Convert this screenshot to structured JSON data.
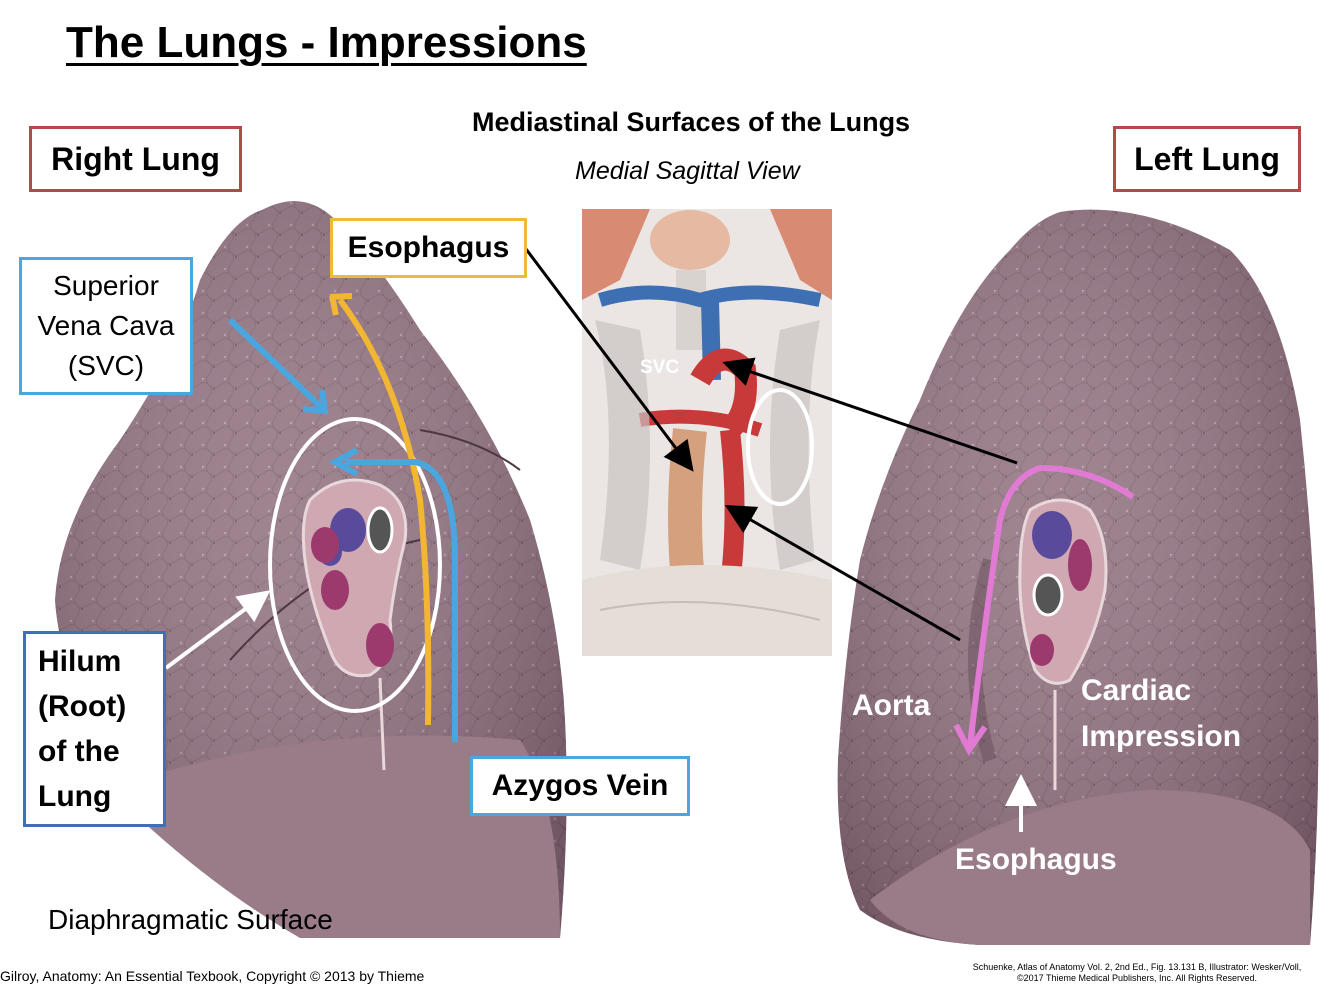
{
  "title": "The Lungs - Impressions",
  "subtitle": "Mediastinal Surfaces of the Lungs",
  "view_label": "Medial Sagittal View",
  "labels": {
    "right_lung": "Right Lung",
    "left_lung": "Left Lung",
    "esophagus_box": "Esophagus",
    "svc_lines": [
      "Superior",
      "Vena Cava",
      "(SVC)"
    ],
    "hilum_lines": [
      "Hilum",
      "(Root)",
      "of the",
      "Lung"
    ],
    "azygos_vein": "Azygos Vein",
    "aorta": "Aorta",
    "cardiac_lines": [
      "Cardiac",
      "Impression"
    ],
    "esophagus_left": "Esophagus",
    "svc_small": "SVC",
    "diaphragmatic_surface": "Diaphragmatic Surface"
  },
  "credits": {
    "left": "Gilroy, Anatomy: An Essential Texbook, Copyright © 2013 by Thieme",
    "right_line1": "Schuenke, Atlas of Anatomy Vol. 2, 2nd Ed., Fig. 13.131 B, Illustrator: Wesker/Voll,",
    "right_line2": "©2017 Thieme Medical Publishers, Inc. All Rights Reserved."
  },
  "colors": {
    "lung_fill": "#8f6f7d",
    "lung_shadow": "#6e5260",
    "box_red": "#b34a47",
    "box_yellow": "#f0b93a",
    "box_blue": "#4aa6de",
    "box_dark_blue": "#3f6fb4",
    "arrow_yellow": "#f2b632",
    "arrow_blue": "#4aa6de",
    "arrow_pink": "#e07ad2",
    "vein_purple": "#5a4a9c",
    "artery_magenta": "#9c3a6e",
    "aorta_red": "#c8393a",
    "svc_blue": "#3e6fb3"
  }
}
